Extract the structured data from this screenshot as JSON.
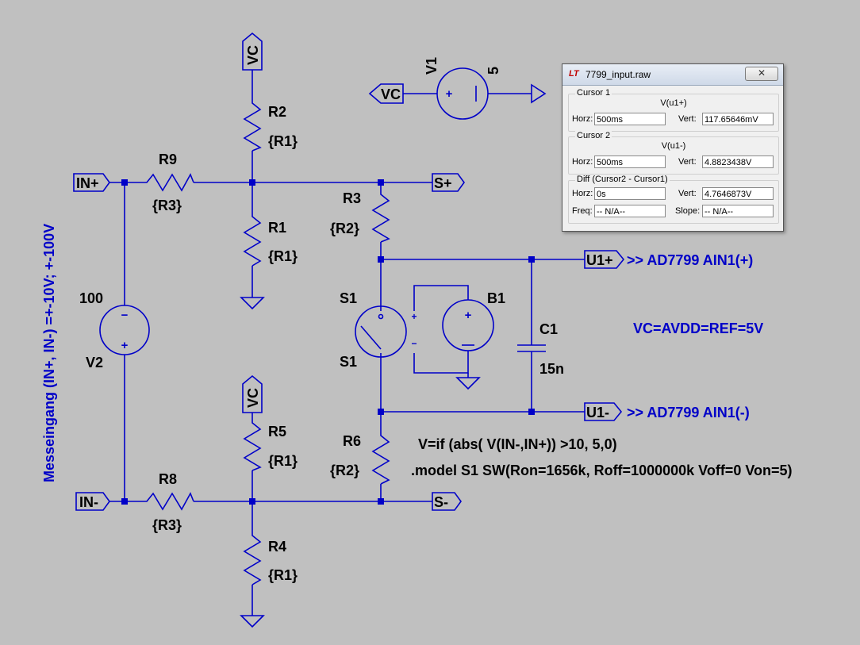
{
  "schematic": {
    "nodes": {
      "vc": "VC",
      "in_plus": "IN+",
      "in_minus": "IN-",
      "s_plus": "S+",
      "s_minus": "S-",
      "u1_plus": "U1+",
      "u1_minus": "U1-"
    },
    "components": {
      "r1_top": {
        "name": "R1",
        "value": "{R1}"
      },
      "r2": {
        "name": "R2",
        "value": "{R1}"
      },
      "r3": {
        "name": "R3",
        "value": "{R2}"
      },
      "r4": {
        "name": "R4",
        "value": "{R1}"
      },
      "r5": {
        "name": "R5",
        "value": "{R1}"
      },
      "r6": {
        "name": "R6",
        "value": "{R2}"
      },
      "r8": {
        "name": "R8",
        "value": "{R3}"
      },
      "r9": {
        "name": "R9",
        "value": "{R3}"
      },
      "v1": {
        "name": "V1",
        "value": "5"
      },
      "v2": {
        "name": "V2",
        "value": "100"
      },
      "s1": {
        "name": "S1",
        "model": "S1"
      },
      "b1": {
        "name": "B1"
      },
      "c1": {
        "name": "C1",
        "value": "15n"
      }
    },
    "annotations": {
      "u1_plus_note": ">> AD7799  AIN1(+)",
      "u1_minus_note": ">> AD7799 AIN1(-)",
      "vc_note": "VC=AVDD=REF=5V",
      "b1_expr": "V=if (abs( V(IN-,IN+)) >10, 5,0)",
      "model_line": ".model S1 SW(Ron=1656k, Roff=1000000k Voff=0 Von=5)",
      "input_range": "Messeingang (IN+, IN-) =+-10V; +-100V"
    },
    "symbols": {
      "plus": "+",
      "minus": "−"
    }
  },
  "cursor_window": {
    "title": "7799_input.raw",
    "icon": "LT",
    "close_label": "✕",
    "cursor1": {
      "group": "Cursor 1",
      "expr": "V(u1+)",
      "horz_label": "Horz:",
      "horz": "500ms",
      "vert_label": "Vert:",
      "vert": "117.65646mV"
    },
    "cursor2": {
      "group": "Cursor 2",
      "expr": "V(u1-)",
      "horz_label": "Horz:",
      "horz": "500ms",
      "vert_label": "Vert:",
      "vert": "4.8823438V"
    },
    "diff": {
      "group": "Diff (Cursor2 - Cursor1)",
      "horz_label": "Horz:",
      "horz": "0s",
      "vert_label": "Vert:",
      "vert": "4.7646873V",
      "freq_label": "Freq:",
      "freq": "-- N/A--",
      "slope_label": "Slope:",
      "slope": "-- N/A--"
    }
  },
  "colors": {
    "background": "#c0c0c0",
    "wire": "#0000c8",
    "text": "#000000"
  }
}
